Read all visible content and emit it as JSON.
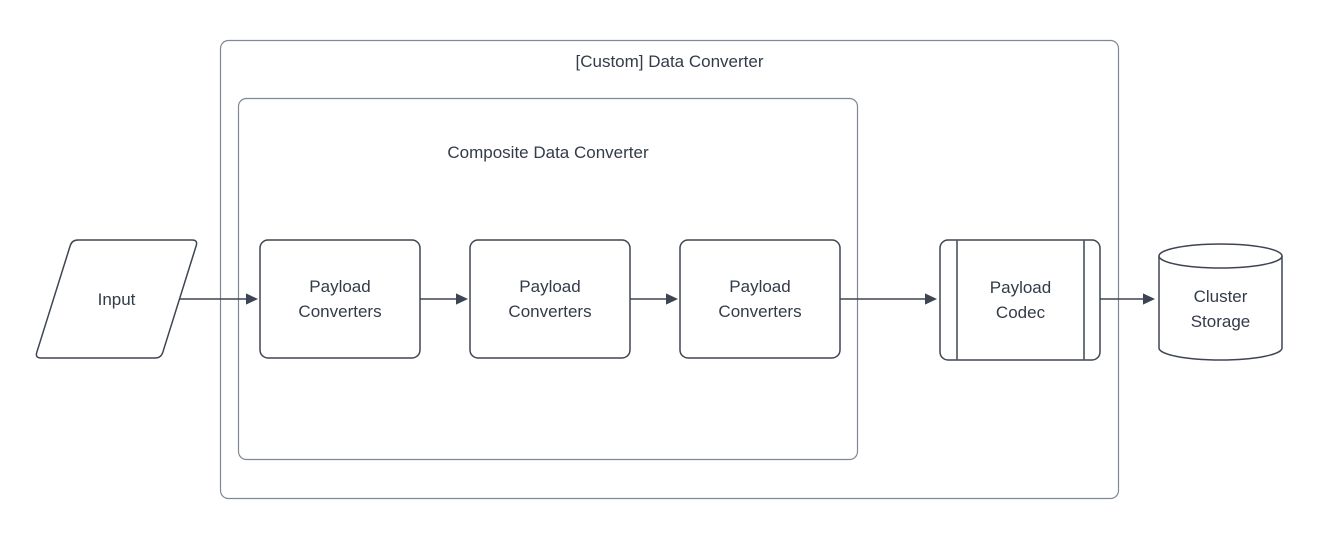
{
  "diagram": {
    "outer_container": {
      "title": "[Custom] Data Converter"
    },
    "inner_container": {
      "title": "Composite Data Converter"
    },
    "nodes": {
      "input": {
        "label": "Input",
        "shape": "parallelogram-icon"
      },
      "converter_1": {
        "label": "Payload Converters",
        "shape": "rounded-rect-icon"
      },
      "converter_2": {
        "label": "Payload Converters",
        "shape": "rounded-rect-icon"
      },
      "converter_3": {
        "label": "Payload Converters",
        "shape": "rounded-rect-icon"
      },
      "payload_codec": {
        "label": "Payload Codec",
        "shape": "predefined-process-icon"
      },
      "cluster_storage": {
        "label": "Cluster Storage",
        "shape": "cylinder-icon"
      }
    },
    "edges": [
      {
        "from": "input",
        "to": "converter_1"
      },
      {
        "from": "converter_1",
        "to": "converter_2"
      },
      {
        "from": "converter_2",
        "to": "converter_3"
      },
      {
        "from": "converter_3",
        "to": "payload_codec"
      },
      {
        "from": "payload_codec",
        "to": "cluster_storage"
      }
    ],
    "colors": {
      "shape_stroke": "#3e4552",
      "container_stroke": "#7f8893",
      "text": "#333b49",
      "background": "#ffffff"
    }
  }
}
